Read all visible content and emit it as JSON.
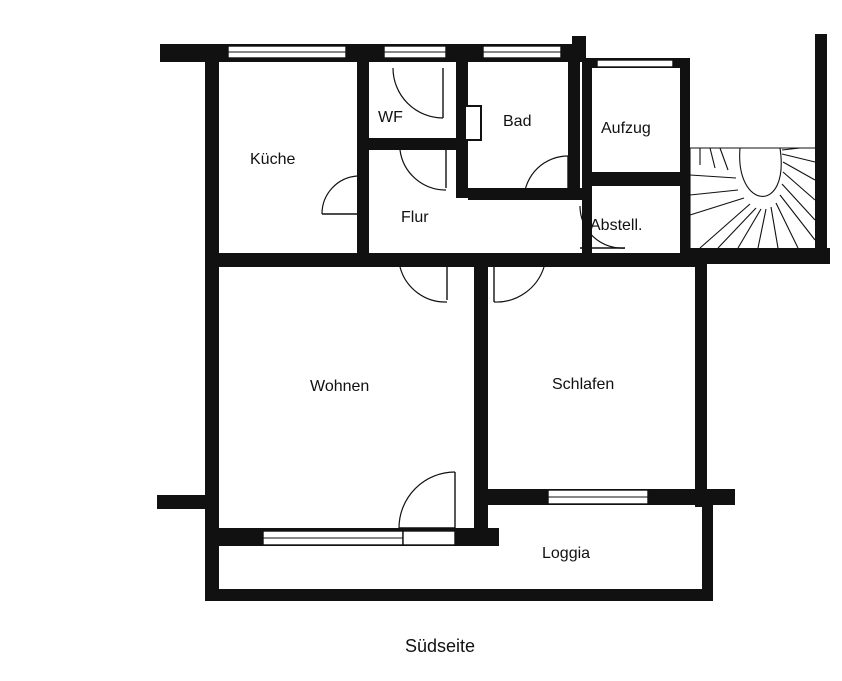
{
  "rooms": {
    "kueche": "Küche",
    "wf": "WF",
    "bad": "Bad",
    "aufzug": "Aufzug",
    "flur": "Flur",
    "abstell": "Abstell.",
    "wohnen": "Wohnen",
    "schlafen": "Schlafen",
    "loggia": "Loggia"
  },
  "caption": "Südseite"
}
